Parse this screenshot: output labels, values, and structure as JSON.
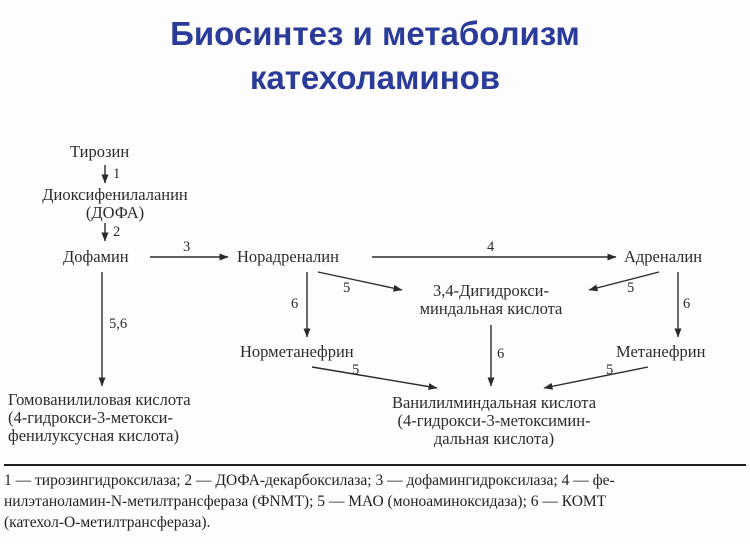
{
  "title": {
    "line1": "Биосинтез и метаболизм",
    "line2": "катехоламинов"
  },
  "nodes": {
    "tyrosine": "Тирозин",
    "dopa": {
      "line1": "Диоксифенилаланин",
      "line2": "(ДОФА)"
    },
    "dopamine": "Дофамин",
    "noradrenaline": "Норадреналин",
    "adrenaline": "Адреналин",
    "dhma": {
      "line1": "3,4-Дигидрокси-",
      "line2": "миндальная кислота"
    },
    "normetanephrine": "Норметанефрин",
    "metanephrine": "Метанефрин",
    "homovanillic": {
      "line1": "Гомованилиловая кислота",
      "line2": "(4-гидрокси-3-метокси-",
      "line3": "фенилуксусная кислота)"
    },
    "vma": {
      "line1": "Ванилилминдальная кислота",
      "line2": "(4-гидрокси-3-метоксимин-",
      "line3": "дальная кислота)"
    }
  },
  "arrow_labels": {
    "tyrosine_dopa": "1",
    "dopa_dopamine": "2",
    "dopamine_noradrenaline": "3",
    "noradrenaline_adrenaline": "4",
    "dopamine_homovanillic": "5,6",
    "noradrenaline_dhma": "5",
    "noradrenaline_normetanephrine": "6",
    "adrenaline_dhma": "5",
    "adrenaline_metanephrine": "6",
    "dhma_vma": "6",
    "normetanephrine_vma": "5",
    "metanephrine_vma": "5"
  },
  "legend": {
    "line1": "1 — тирозингидроксилаза; 2 — ДОФА-декарбоксилаза; 3 — дофамингидроксилаза; 4 — фе-",
    "line2": "нилэтаноламин-N-метилтрансфераза (ФNМТ); 5 — МАО (моноаминоксидаза); 6 — КОМТ",
    "line3": "(катехол-О-метилтрансфераза)."
  },
  "colors": {
    "title": "#2a3b9a",
    "text": "#2b2b2b",
    "background": "#fdfdfd"
  }
}
